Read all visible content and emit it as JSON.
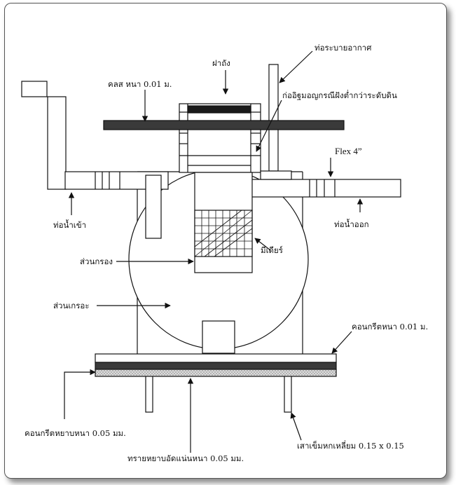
{
  "diagram": {
    "labels": {
      "vent_pipe": "ท่อระบายอากาศ",
      "lid": "ฝาถัง",
      "slab": "คลส หนา 0.01 ม.",
      "masonry": "ก่ออิฐมอญกรณีฝังต่ำกว่าระดับดิน",
      "flex": "Flex 4”",
      "inlet": "ท่อน้ำเข้า",
      "outlet": "ท่อน้ำออก",
      "media": "มีเดียร์",
      "filter_zone": "ส่วนกรอง",
      "settling_zone": "ส่วนเกรอะ",
      "concrete_top": "คอนกรีตหนา 0.01 ม.",
      "lean_concrete": "คอนกรีตหยาบหนา 0.05 มม.",
      "sand": "ทรายหยาบอัดแน่นหนา 0.05 มม.",
      "piles": "เสาเข็มหกเหลี่ยม 0.15 x 0.15"
    }
  }
}
